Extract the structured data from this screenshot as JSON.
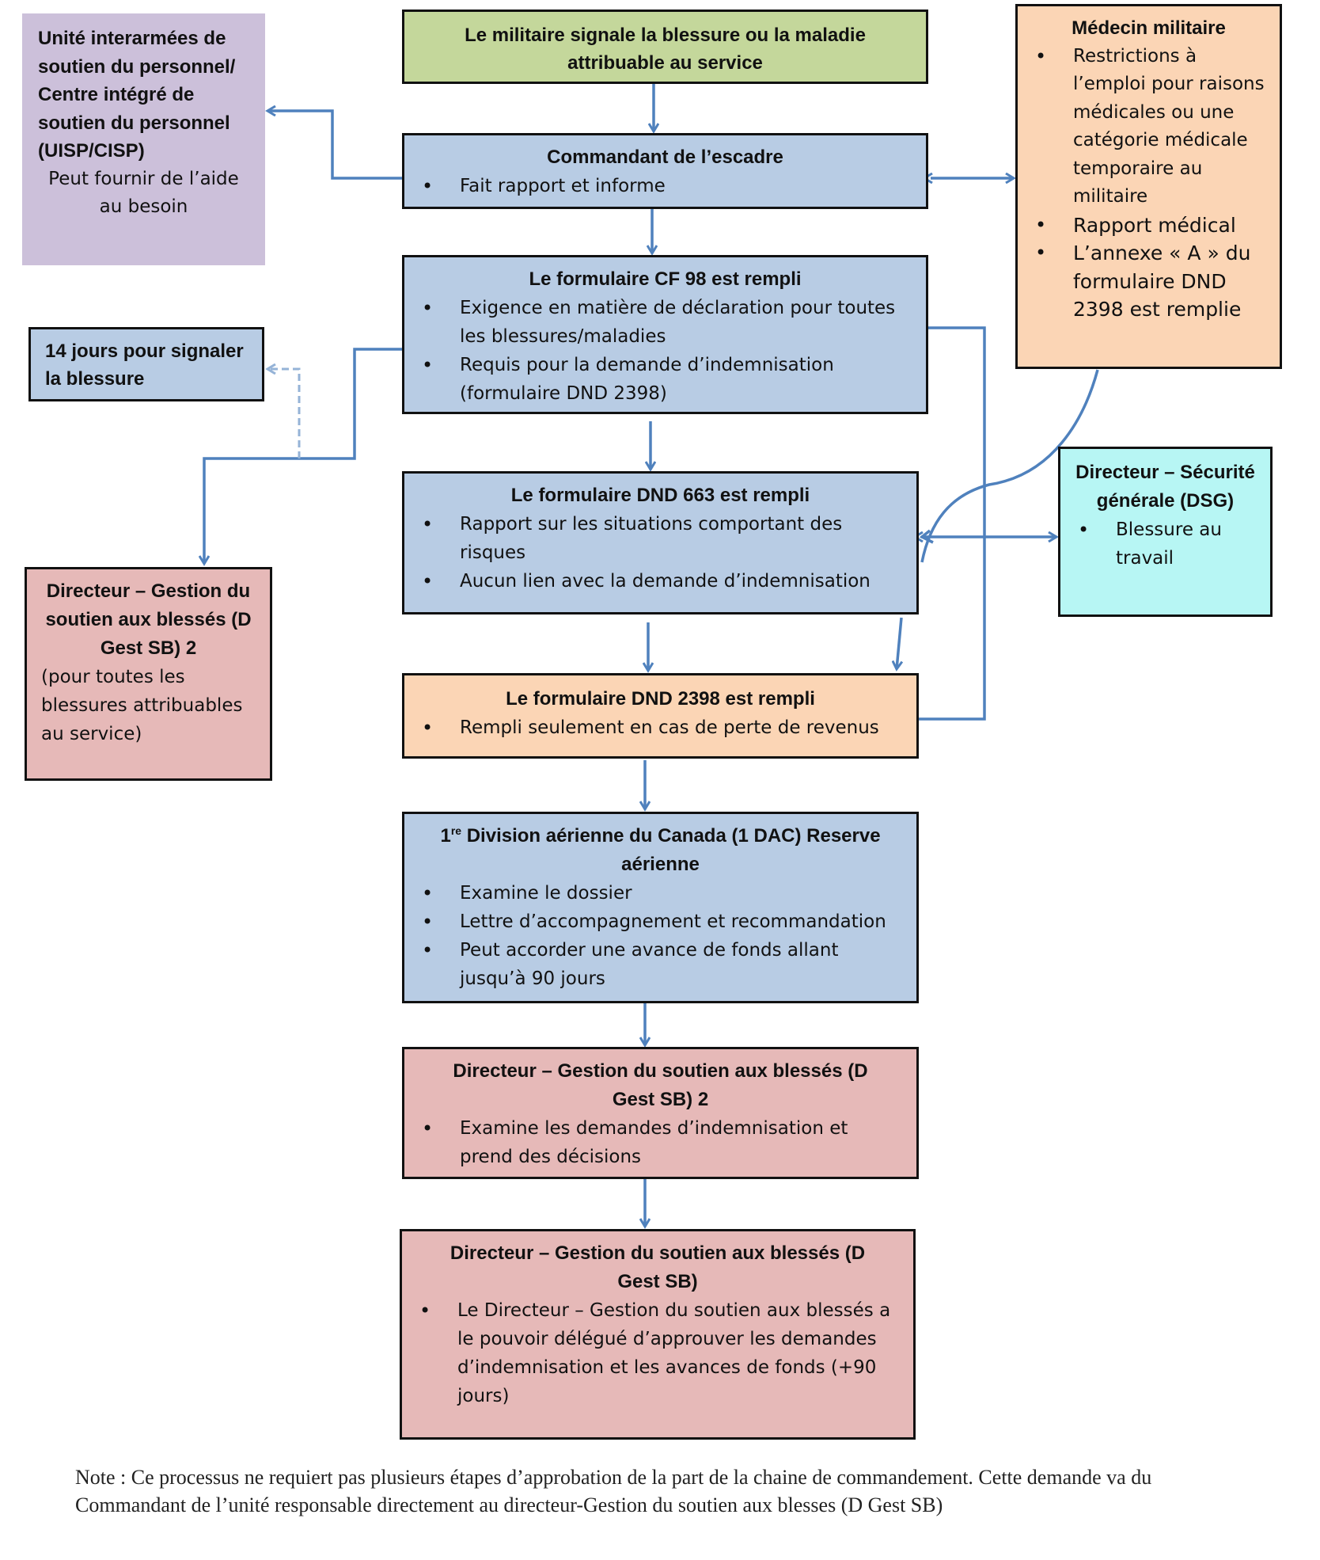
{
  "diagram": {
    "colors": {
      "arrow": "#4F81BD",
      "arrow_dashed": "#95B3D7",
      "green": "#C4D79B",
      "blue": "#B8CCE4",
      "peach": "#FBD5B5",
      "pink": "#E6B9B8",
      "purple": "#CCC0DA",
      "cyan": "#B7F6F4"
    },
    "start": {
      "title": "Le militaire signale la blessure ou la maladie attribuable au service"
    },
    "commandant": {
      "title": "Commandant de l’escadre",
      "bullets": [
        "Fait rapport et informe"
      ]
    },
    "uisp": {
      "title": "Unité interarmées de soutien du personnel/ Centre intégré de soutien du personnel (UISP/CISP)",
      "text": "Peut fournir de l’aide au besoin"
    },
    "medecin": {
      "title": "Médecin militaire",
      "bullets": [
        "Restrictions à l’emploi pour raisons médicales ou une catégorie médicale temporaire au militaire",
        "Rapport médical",
        "L’annexe « A » du formulaire DND 2398 est remplie"
      ]
    },
    "cf98": {
      "title": "Le formulaire CF 98 est rempli",
      "bullets": [
        "Exigence en matière de déclaration pour toutes les blessures/maladies",
        "Requis pour la demande d’indemnisation (formulaire DND 2398)"
      ]
    },
    "quatorze": {
      "title": "14 jours pour signaler la blessure"
    },
    "dnd663": {
      "title": "Le formulaire DND 663 est rempli",
      "bullets": [
        "Rapport sur les situations comportant des risques",
        "Aucun lien avec la demande d’indemnisation"
      ]
    },
    "dsg": {
      "title": "Directeur – Sécurité générale (DSG)",
      "bullets": [
        "Blessure au travail"
      ]
    },
    "dgsb2_left": {
      "title": "Directeur – Gestion du soutien aux blessés (D Gest SB) 2",
      "text": "(pour toutes les blessures attribuables au service)"
    },
    "dnd2398": {
      "title": "Le formulaire DND 2398 est rempli",
      "bullets": [
        "Rempli seulement en cas de perte de revenus"
      ]
    },
    "dac": {
      "title_prefix": "1",
      "title_sup": "re",
      "title_rest": " Division aérienne du Canada (1 DAC) Reserve aérienne",
      "bullets": [
        "Examine le dossier",
        "Lettre d’accompagnement et recommandation",
        "Peut accorder une avance de fonds allant jusqu’à 90 jours"
      ]
    },
    "dgsb2_center": {
      "title": "Directeur – Gestion du soutien aux blessés (D Gest SB) 2",
      "bullets": [
        "Examine les demandes d’indemnisation et prend des décisions"
      ]
    },
    "dgsb_final": {
      "title": "Directeur – Gestion du soutien aux blessés (D Gest SB)",
      "bullets": [
        "Le Directeur – Gestion du soutien aux blessés a le pouvoir délégué d’approuver les demandes d’indemnisation et les avances de fonds (+90 jours)"
      ]
    },
    "note": "Note : Ce processus ne requiert pas plusieurs étapes d’approbation de la part de la chaine de commandement. Cette demande va du Commandant de l’unité responsable directement au directeur-Gestion du soutien aux blesses (D Gest SB)"
  }
}
